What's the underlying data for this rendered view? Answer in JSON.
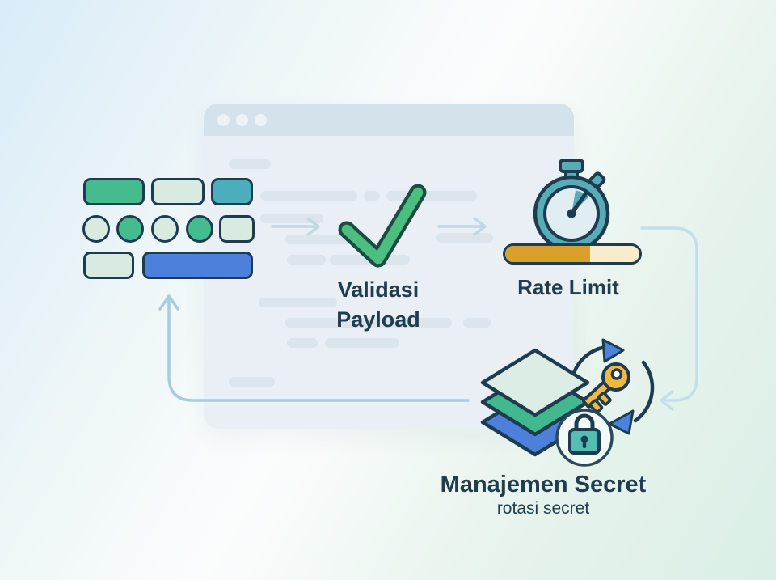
{
  "illustration": {
    "kind": "api-security-flow-diagram",
    "window": {
      "type": "browser-window-mockup",
      "traffic_light_dots": 3
    }
  },
  "steps": {
    "request_blocks": {
      "icon": "ui-blocks-icon"
    },
    "validation": {
      "label_line1": "Validasi",
      "label_line2": "Payload",
      "icon": "checkmark-icon"
    },
    "rate_limit": {
      "label": "Rate Limit",
      "icon": "stopwatch-icon",
      "progress_pct": 63
    },
    "secret": {
      "label": "Manajemen Secret",
      "sublabel": "rotasi secret",
      "icon": "layers-icon rotation-arrows-icon key-icon lock-icon"
    }
  },
  "colors": {
    "outline_navy": "#1e3c50",
    "text_navy": "#203d4e",
    "green": "#45bc8e",
    "mint": "#d9ebe1",
    "teal": "#4baebc",
    "blue": "#4c80db",
    "check_green": "#4cbe7e",
    "stopwatch_teal": "#57acb8",
    "amber": "#d9a02b",
    "cream": "#f7edcc",
    "gold_key": "#f5b83e",
    "lock_teal": "#53bfb2",
    "connector_light_blue": "#c7dee9",
    "loop_blue": "#a9ccdb",
    "window_bg": "#e9eff4",
    "window_header": "#d3e2eb",
    "bg_top_left": "#d9ecf8",
    "bg_bottom_right": "#daefe7"
  }
}
